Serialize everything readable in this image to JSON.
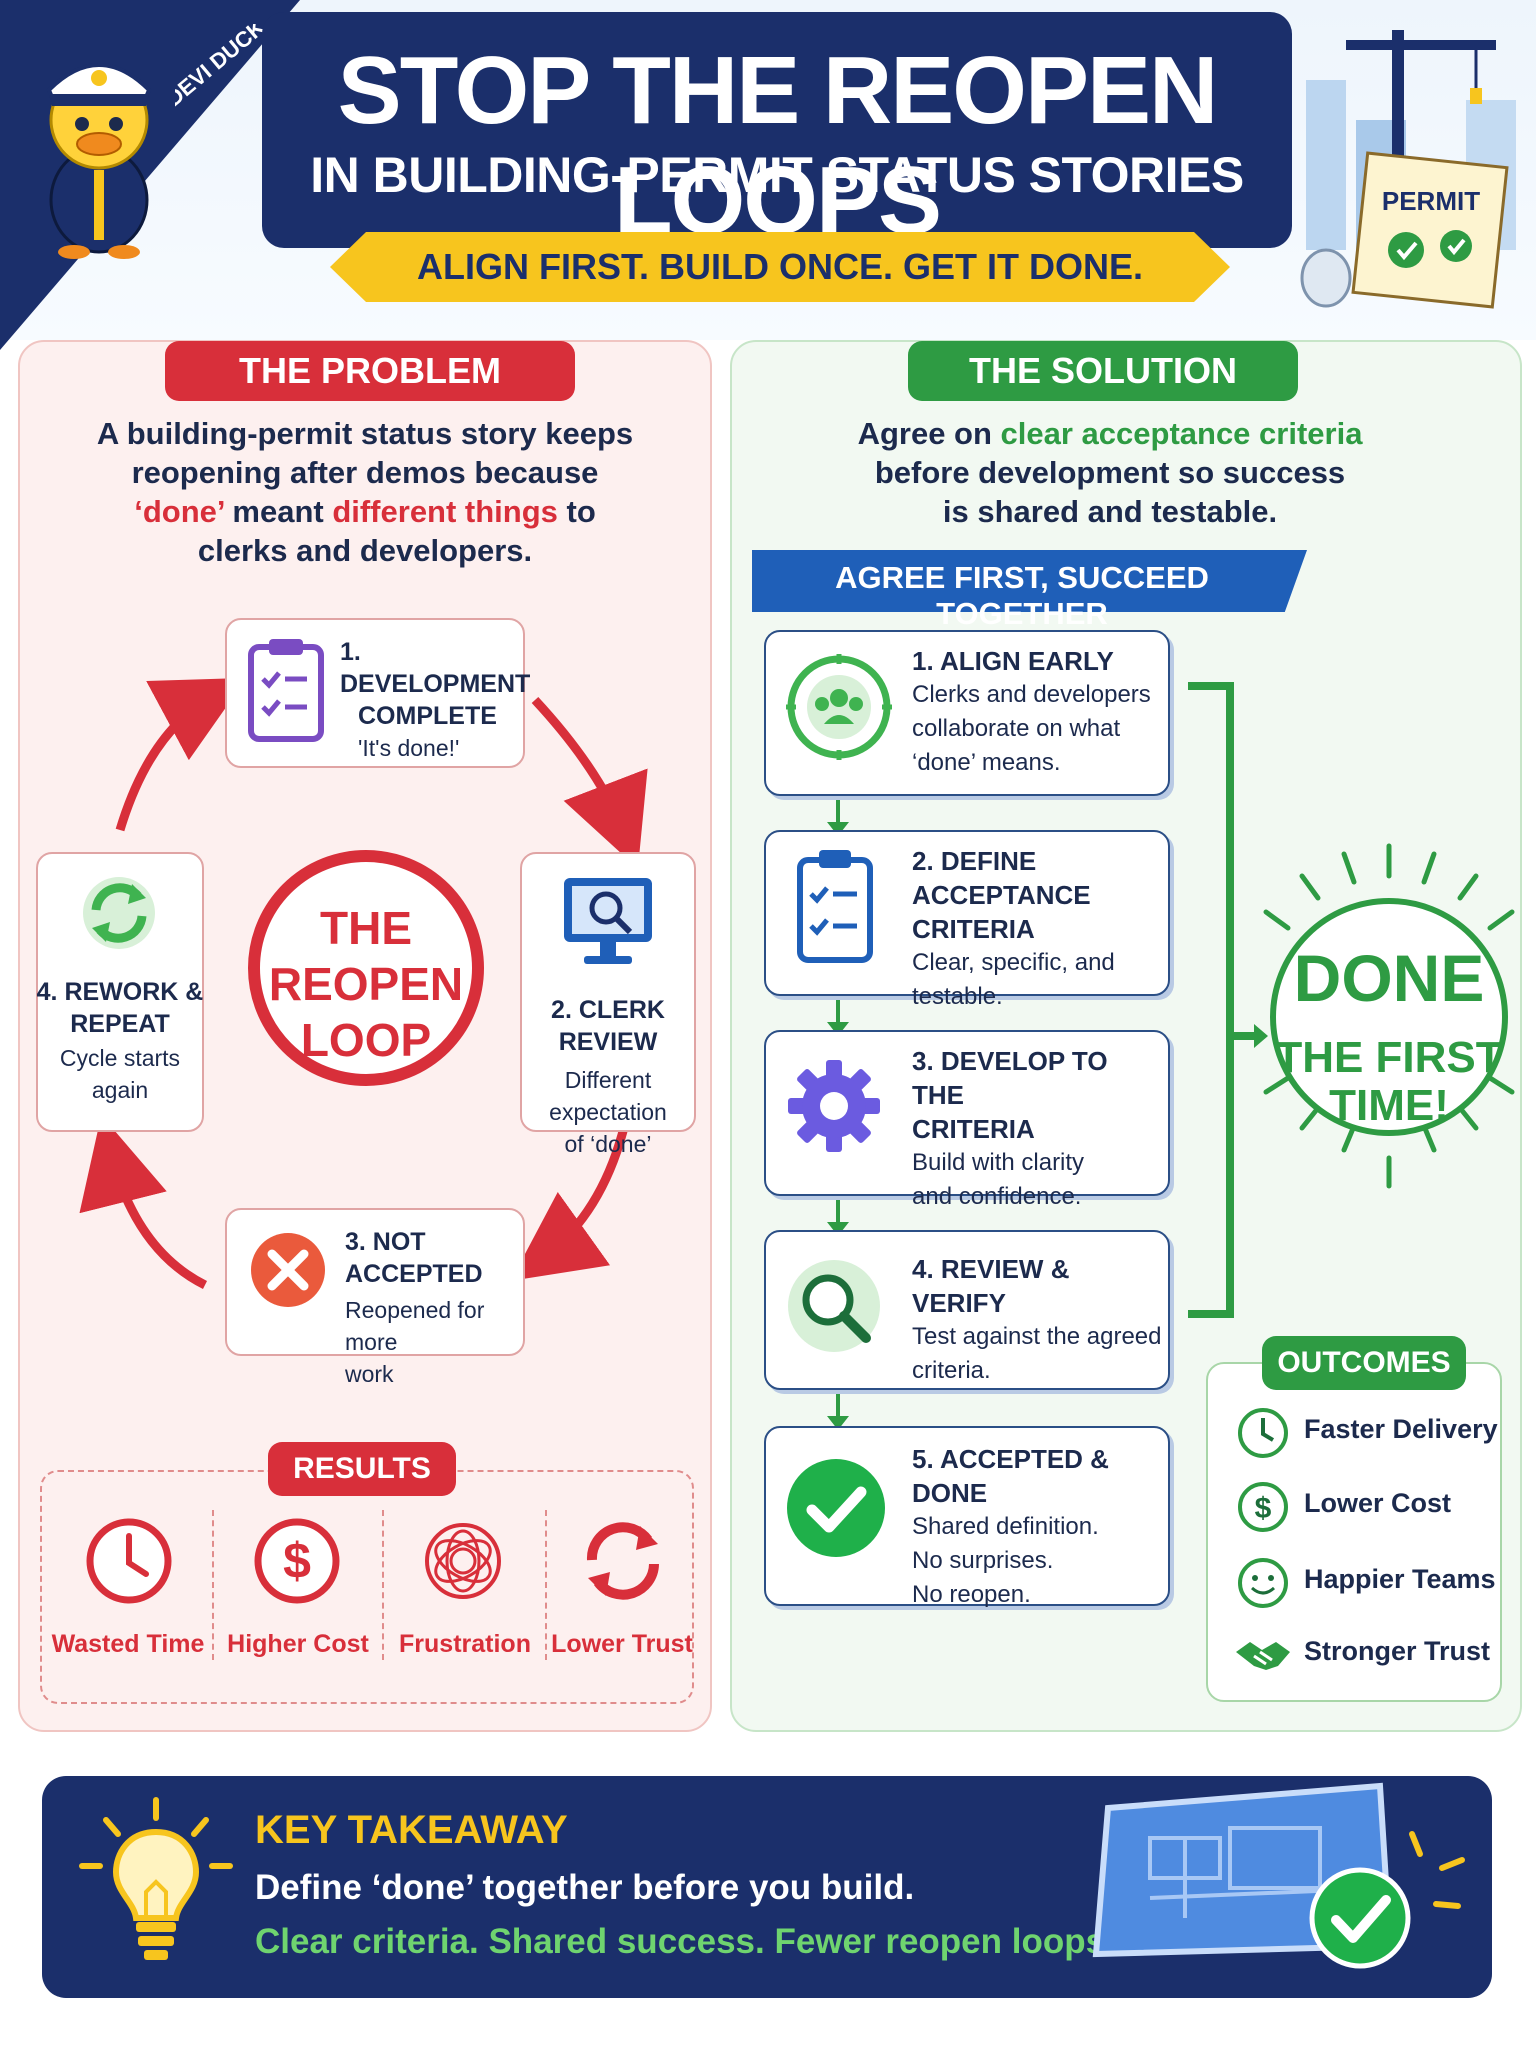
{
  "header": {
    "badge": "DEVI DUCK",
    "title": "STOP THE REOPEN LOOPS",
    "subtitle": "IN BUILDING-PERMIT STATUS STORIES",
    "banner": "ALIGN FIRST. BUILD ONCE. GET IT DONE.",
    "permit_sign": "PERMIT"
  },
  "problem": {
    "heading": "THE PROBLEM",
    "intro_line1": "A building-permit status story keeps",
    "intro_line2": "reopening after demos because",
    "intro_done": "‘done’",
    "intro_meant": " meant ",
    "intro_diff": "different things",
    "intro_to": " to",
    "intro_line4": "clerks and developers.",
    "loop_center": [
      "THE",
      "REOPEN",
      "LOOP"
    ],
    "loop": [
      {
        "title_1": "1. DEVELOPMENT",
        "title_2": "COMPLETE",
        "desc": "'It's done!'"
      },
      {
        "title": "2. CLERK REVIEW",
        "desc_1": "Different expectation",
        "desc_2": "of ‘done’"
      },
      {
        "title": "3. NOT ACCEPTED",
        "desc_1": "Reopened for more",
        "desc_2": "work"
      },
      {
        "title_1": "4. REWORK &",
        "title_2": "REPEAT",
        "desc_1": "Cycle starts",
        "desc_2": "again"
      }
    ],
    "results_heading": "RESULTS",
    "results": [
      "Wasted Time",
      "Higher Cost",
      "Frustration",
      "Lower Trust"
    ]
  },
  "solution": {
    "heading": "THE SOLUTION",
    "intro_agree": "Agree on ",
    "intro_criteria": "clear acceptance criteria",
    "intro_line2": "before development so success",
    "intro_line3": "is shared and testable.",
    "banner": "AGREE FIRST, SUCCEED TOGETHER",
    "steps": [
      {
        "title_1": "1. ALIGN EARLY",
        "title_2": "",
        "desc": [
          "Clerks and developers",
          "collaborate on what",
          "‘done’ means."
        ]
      },
      {
        "title_1": "2. DEFINE ACCEPTANCE",
        "title_2": "CRITERIA",
        "desc": [
          "Clear, specific, and",
          "testable."
        ]
      },
      {
        "title_1": "3. DEVELOP TO THE",
        "title_2": "CRITERIA",
        "desc": [
          "Build with clarity",
          "and confidence."
        ]
      },
      {
        "title_1": "4. REVIEW & VERIFY",
        "title_2": "",
        "desc": [
          "Test against the agreed",
          "criteria."
        ]
      },
      {
        "title_1": "5. ACCEPTED & DONE",
        "title_2": "",
        "desc": [
          "Shared definition.",
          "No surprises.",
          "No reopen."
        ]
      }
    ],
    "done_big": "DONE",
    "done_line1": "THE FIRST",
    "done_line2": "TIME!",
    "outcomes_heading": "OUTCOMES",
    "outcomes": [
      "Faster Delivery",
      "Lower Cost",
      "Happier Teams",
      "Stronger Trust"
    ]
  },
  "takeaway": {
    "heading": "KEY TAKEAWAY",
    "line1": "Define ‘done’ together before you build.",
    "line2": "Clear criteria. Shared success. Fewer reopen loops."
  },
  "colors": {
    "navy": "#1b2f6b",
    "red": "#d82f3a",
    "green": "#2e9b43",
    "yellow": "#f7c51e",
    "blue": "#1f5fb8"
  }
}
